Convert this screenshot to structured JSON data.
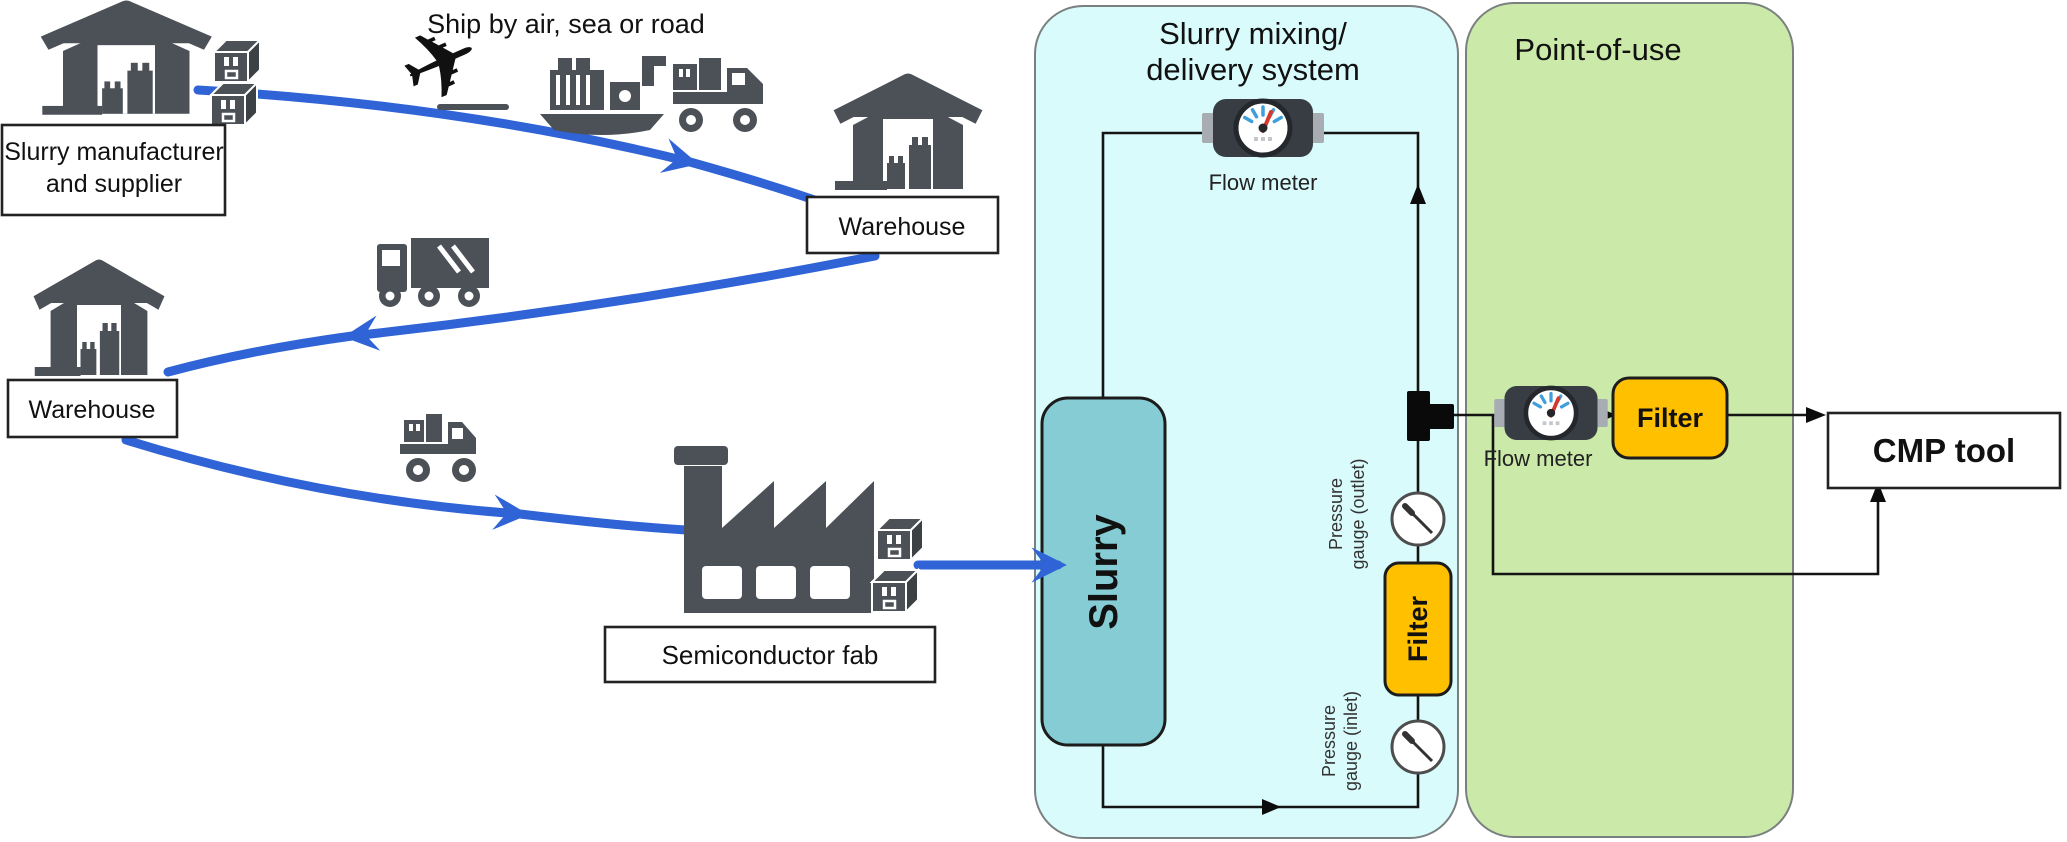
{
  "supply_chain": {
    "manufacturer": {
      "label_line1": "Slurry manufacturer",
      "label_line2": "and supplier"
    },
    "ship_by_label": "Ship by air, sea or road",
    "warehouse_top": {
      "label": "Warehouse"
    },
    "warehouse_left": {
      "label": "Warehouse"
    },
    "fab": {
      "label": "Semiconductor fab"
    }
  },
  "slurry_system": {
    "title_line1": "Slurry mixing/",
    "title_line2": "delivery system",
    "flow_meter_label": "Flow meter",
    "tank_label": "Slurry",
    "pressure_gauge_outlet_line1": "Pressure",
    "pressure_gauge_outlet_line2": "gauge (outlet)",
    "pressure_gauge_inlet_line1": "Pressure",
    "pressure_gauge_inlet_line2": "gauge (inlet)",
    "filter_label": "Filter"
  },
  "point_of_use": {
    "title": "Point-of-use",
    "flow_meter_label": "Flow meter",
    "filter_label": "Filter",
    "cmp_tool_label": "CMP tool"
  },
  "colors": {
    "arrow_blue": "#2f63d6",
    "icon_gray": "#4b5157",
    "panel_cyan": "#dafbfc",
    "panel_green": "#cbe9a9",
    "tank_teal": "#86ccd5",
    "filter_orange": "#ffc000"
  }
}
